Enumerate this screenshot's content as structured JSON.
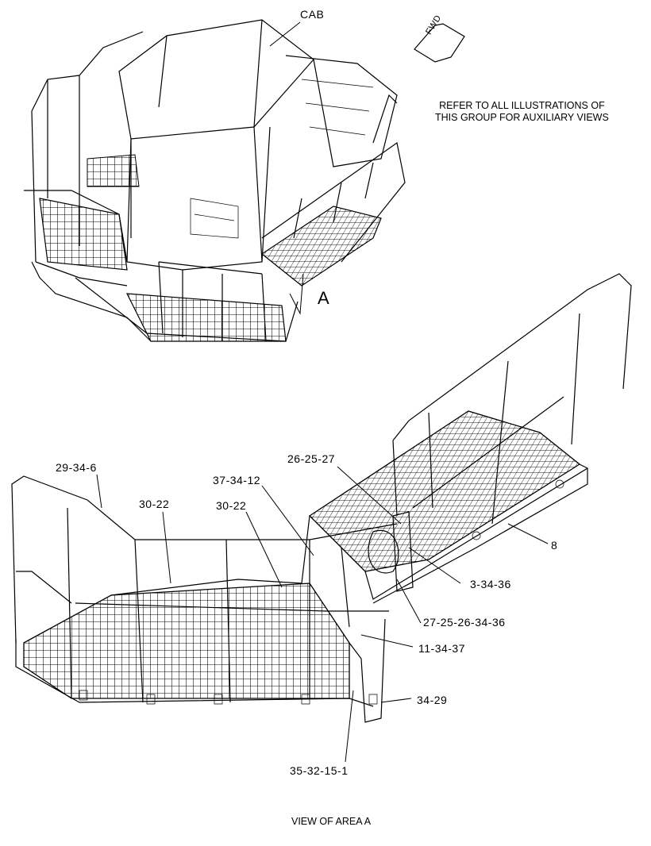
{
  "diagram": {
    "title_label": "CAB",
    "direction_label": "FWD",
    "area_marker": "A",
    "note_lines": [
      "REFER TO ALL ILLUSTRATIONS OF",
      "THIS GROUP FOR AUXILIARY VIEWS"
    ],
    "caption": "VIEW OF AREA A",
    "callouts": [
      {
        "id": "c1",
        "text": "29-34-6"
      },
      {
        "id": "c2",
        "text": "30-22"
      },
      {
        "id": "c3",
        "text": "30-22"
      },
      {
        "id": "c4",
        "text": "37-34-12"
      },
      {
        "id": "c5",
        "text": "26-25-27"
      },
      {
        "id": "c6",
        "text": "8"
      },
      {
        "id": "c7",
        "text": "3-34-36"
      },
      {
        "id": "c8",
        "text": "27-25-26-34-36"
      },
      {
        "id": "c9",
        "text": "11-34-37"
      },
      {
        "id": "c10",
        "text": "34-29"
      },
      {
        "id": "c11",
        "text": "35-32-15-1"
      }
    ]
  }
}
